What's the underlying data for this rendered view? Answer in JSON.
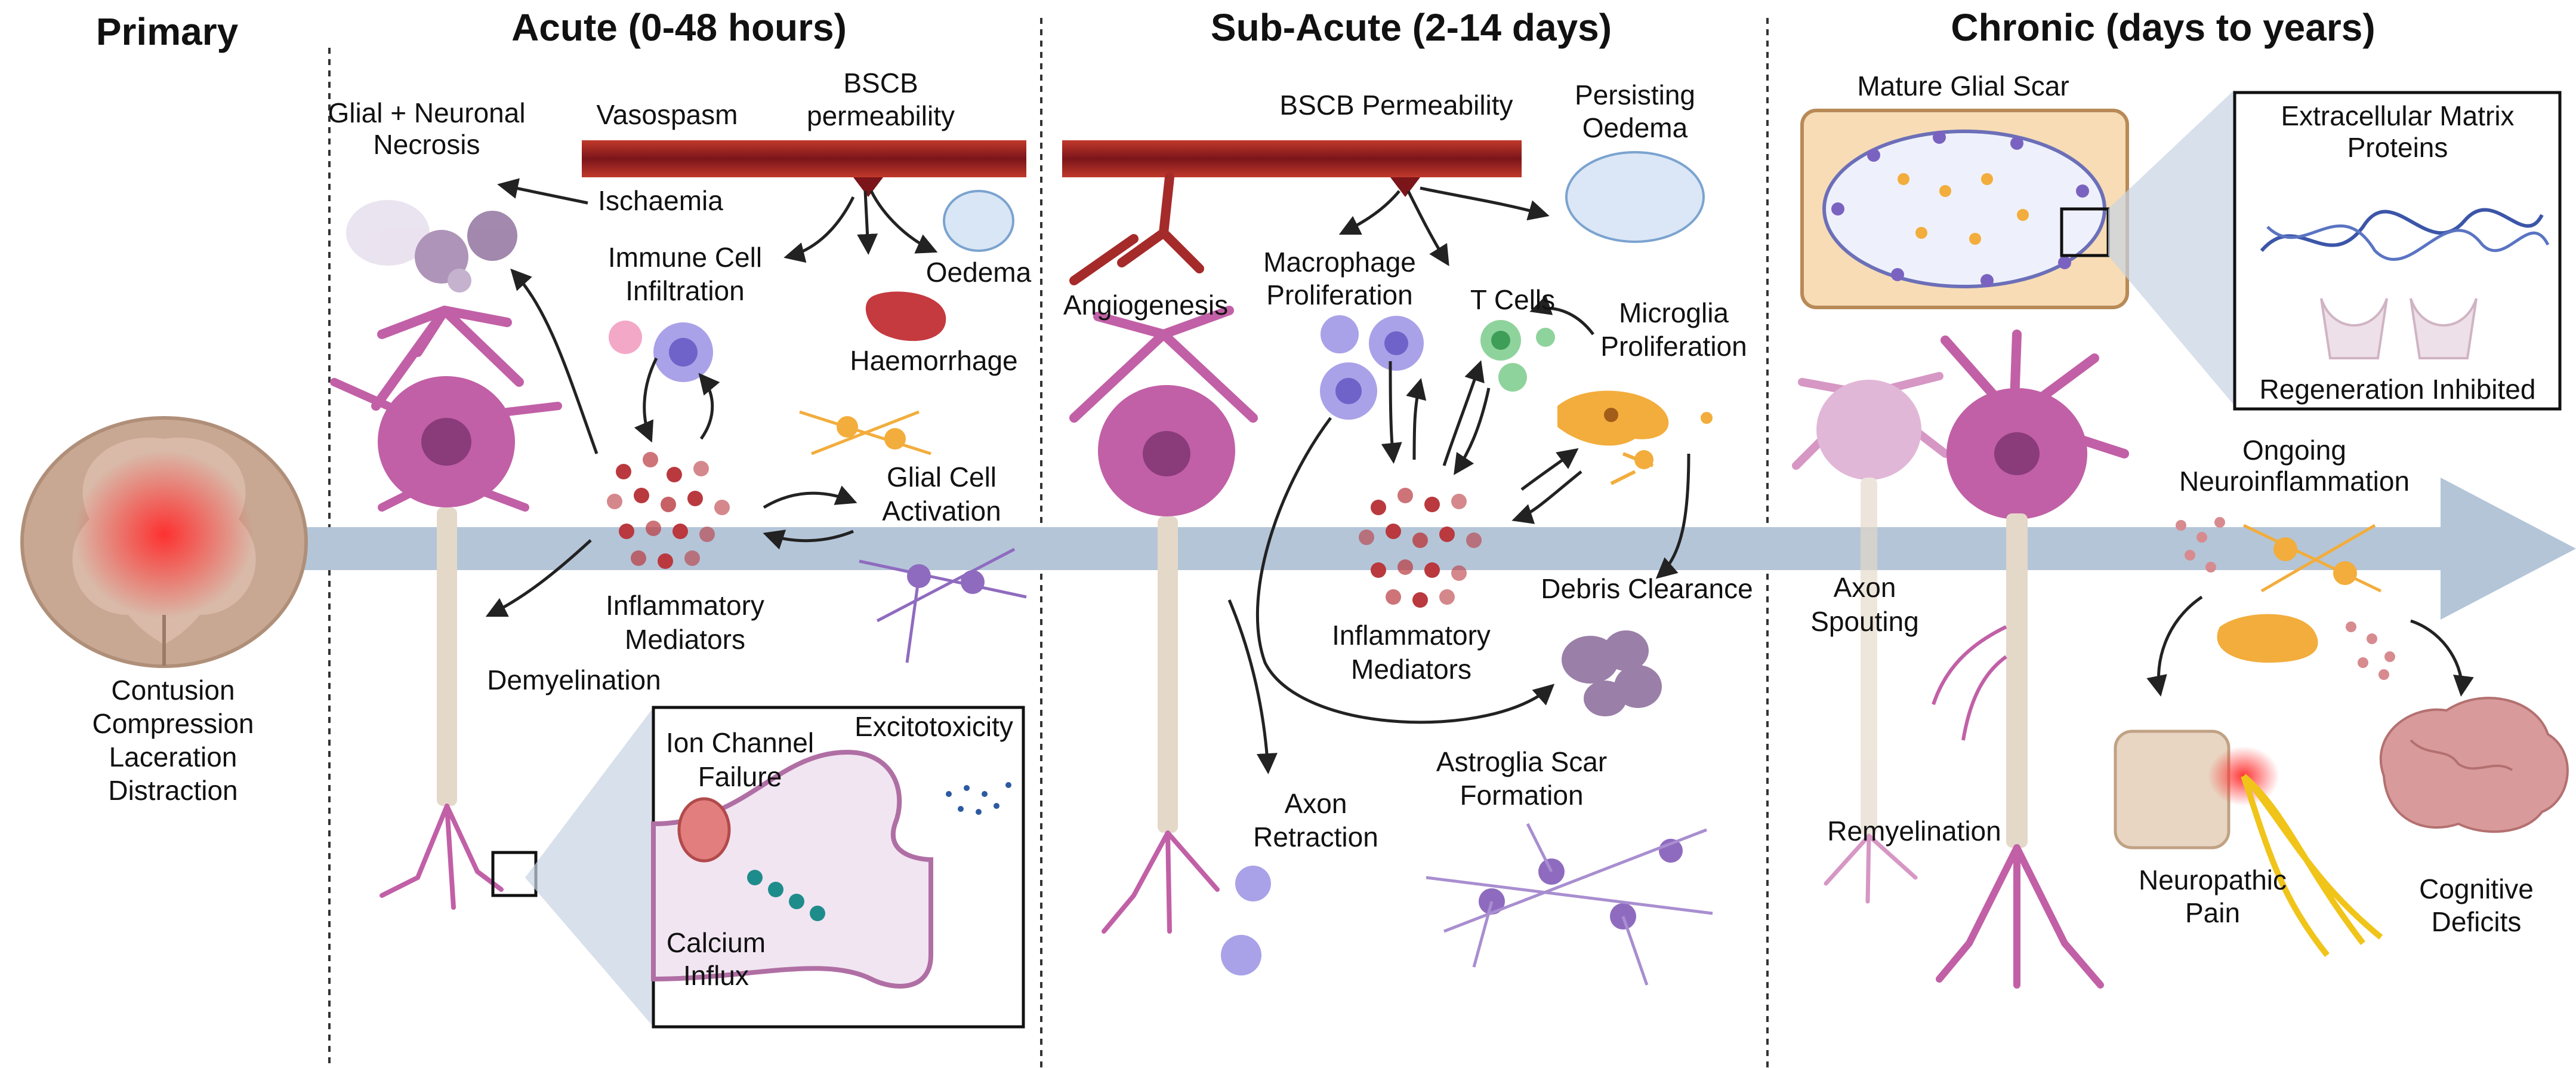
{
  "headers": {
    "primary": "Primary",
    "acute": "Acute (0-48 hours)",
    "subacute": "Sub-Acute (2-14 days)",
    "chronic": "Chronic (days to years)"
  },
  "primary": {
    "mechanisms": [
      "Contusion",
      "Compression",
      "Laceration",
      "Distraction"
    ]
  },
  "acute": {
    "glial_neuronal_necrosis": [
      "Glial + Neuronal",
      "Necrosis"
    ],
    "vasospasm": "Vasospasm",
    "bscb_permeability": [
      "BSCB",
      "permeability"
    ],
    "ischaemia": "Ischaemia",
    "immune_cell_infiltration": [
      "Immune Cell",
      "Infiltration"
    ],
    "oedema": "Oedema",
    "haemorrhage": "Haemorrhage",
    "glial_cell_activation": [
      "Glial Cell",
      "Activation"
    ],
    "inflammatory_mediators": [
      "Inflammatory",
      "Mediators"
    ],
    "demyelination": "Demyelination",
    "ion_channel_failure": [
      "Ion Channel",
      "Failure"
    ],
    "excitotoxicity": "Excitotoxicity",
    "calcium_influx": [
      "Calcium",
      "Influx"
    ]
  },
  "subacute": {
    "bscb_permeability": "BSCB Permeability",
    "persisting_oedema": [
      "Persisting",
      "Oedema"
    ],
    "angiogenesis": "Angiogenesis",
    "macrophage_proliferation": [
      "Macrophage",
      "Proliferation"
    ],
    "t_cells": "T Cells",
    "microglia_proliferation": [
      "Microglia",
      "Proliferation"
    ],
    "inflammatory_mediators": [
      "Inflammatory",
      "Mediators"
    ],
    "debris_clearance": "Debris Clearance",
    "axon_retraction": [
      "Axon",
      "Retraction"
    ],
    "astroglia_scar_formation": [
      "Astroglia Scar",
      "Formation"
    ]
  },
  "chronic": {
    "mature_glial_scar": "Mature Glial Scar",
    "extracellular_matrix_proteins": [
      "Extracellular Matrix",
      "Proteins"
    ],
    "regeneration_inhibited": "Regeneration Inhibited",
    "ongoing_neuroinflammation": [
      "Ongoing",
      "Neuroinflammation"
    ],
    "axon_spouting": [
      "Axon",
      "Spouting"
    ],
    "remyelination": "Remyelination",
    "neuropathic_pain": [
      "Neuropathic",
      "Pain"
    ],
    "cognitive_deficits": [
      "Cognitive",
      "Deficits"
    ]
  },
  "colors": {
    "timeline_arrow": "#b4c5d8",
    "vessel": "#8e1f24",
    "neuron": "#c160a6",
    "microglia": "#f2ad3c",
    "astrocyte": "#8f6bbf",
    "mediator": "#b9393f",
    "scar_fill": "#f7dcb5",
    "brain": "#d89a9a"
  }
}
